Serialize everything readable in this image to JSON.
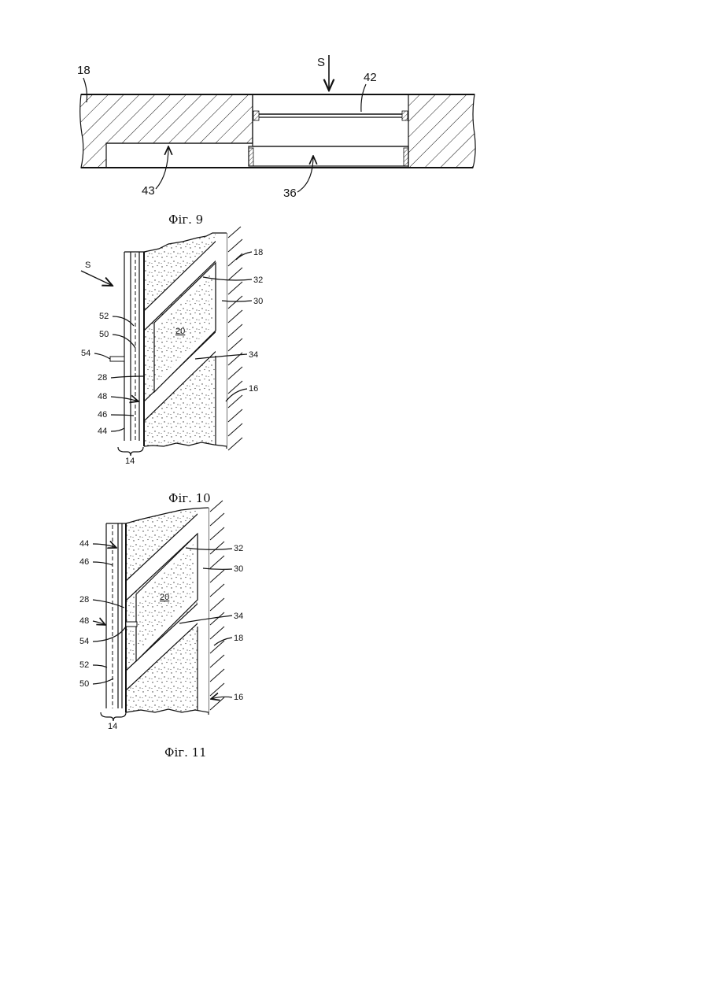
{
  "fig9": {
    "caption": "Фіг. 9",
    "labels": {
      "l18": "18",
      "lS": "S",
      "l42": "42",
      "l43": "43",
      "l36": "36"
    }
  },
  "fig10": {
    "caption": "Фіг. 10",
    "labels": {
      "l18": "18",
      "l32": "32",
      "l30": "30",
      "lS": "S",
      "l52": "52",
      "l50": "50",
      "l20": "20",
      "l54": "54",
      "l34": "34",
      "l28": "28",
      "l16": "16",
      "l48": "48",
      "l46": "46",
      "l44": "44",
      "l14": "14"
    }
  },
  "fig11": {
    "caption": "Фіг. 11",
    "labels": {
      "l44": "44",
      "l32": "32",
      "l46": "46",
      "l30": "30",
      "l20": "20",
      "l28": "28",
      "l34": "34",
      "l48": "48",
      "l18": "18",
      "l54": "54",
      "l52": "52",
      "l50": "50",
      "l16": "16",
      "l14": "14"
    }
  }
}
